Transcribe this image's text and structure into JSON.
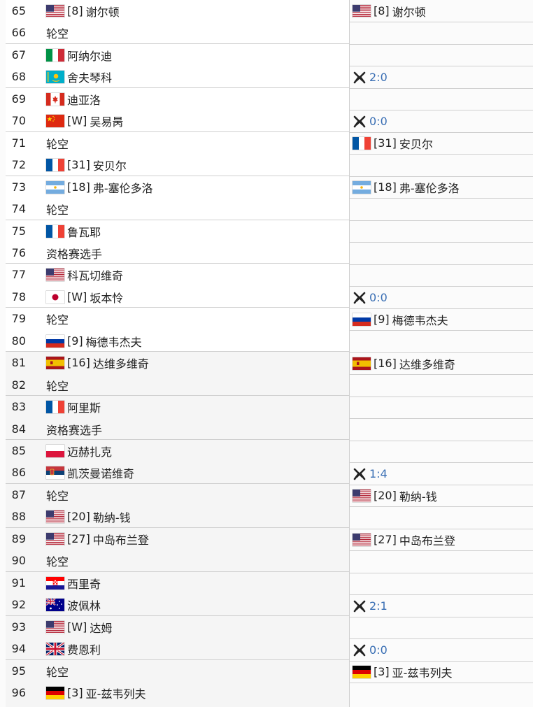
{
  "left": {
    "rows": [
      {
        "num": "65",
        "flag": "usa",
        "seed": "[8]",
        "name": "谢尔顿"
      },
      {
        "num": "66",
        "flag": "",
        "seed": "",
        "name": "轮空"
      },
      {
        "num": "67",
        "flag": "italy",
        "seed": "",
        "name": "阿纳尔迪"
      },
      {
        "num": "68",
        "flag": "kazakhstan",
        "seed": "",
        "name": "舍夫琴科"
      },
      {
        "num": "69",
        "flag": "canada",
        "seed": "",
        "name": "迪亚洛"
      },
      {
        "num": "70",
        "flag": "china",
        "seed": "[W]",
        "name": "吴易昺"
      },
      {
        "num": "71",
        "flag": "",
        "seed": "",
        "name": "轮空"
      },
      {
        "num": "72",
        "flag": "france",
        "seed": "[31]",
        "name": "安贝尔"
      },
      {
        "num": "73",
        "flag": "argentina",
        "seed": "[18]",
        "name": "弗-塞伦多洛"
      },
      {
        "num": "74",
        "flag": "",
        "seed": "",
        "name": "轮空"
      },
      {
        "num": "75",
        "flag": "france",
        "seed": "",
        "name": "鲁瓦耶"
      },
      {
        "num": "76",
        "flag": "",
        "seed": "",
        "name": "资格赛选手"
      },
      {
        "num": "77",
        "flag": "usa",
        "seed": "",
        "name": "科瓦切维奇"
      },
      {
        "num": "78",
        "flag": "japan",
        "seed": "[W]",
        "name": "坂本怜"
      },
      {
        "num": "79",
        "flag": "",
        "seed": "",
        "name": "轮空"
      },
      {
        "num": "80",
        "flag": "russia",
        "seed": "[9]",
        "name": "梅德韦杰夫"
      },
      {
        "num": "81",
        "flag": "spain",
        "seed": "[16]",
        "name": "达维多维奇"
      },
      {
        "num": "82",
        "flag": "",
        "seed": "",
        "name": "轮空"
      },
      {
        "num": "83",
        "flag": "france",
        "seed": "",
        "name": "阿里斯"
      },
      {
        "num": "84",
        "flag": "",
        "seed": "",
        "name": "资格赛选手"
      },
      {
        "num": "85",
        "flag": "poland",
        "seed": "",
        "name": "迈赫扎克"
      },
      {
        "num": "86",
        "flag": "serbia",
        "seed": "",
        "name": "凯茨曼诺维奇"
      },
      {
        "num": "87",
        "flag": "",
        "seed": "",
        "name": "轮空"
      },
      {
        "num": "88",
        "flag": "usa",
        "seed": "[20]",
        "name": "勒纳-钱"
      },
      {
        "num": "89",
        "flag": "usa",
        "seed": "[27]",
        "name": "中岛布兰登"
      },
      {
        "num": "90",
        "flag": "",
        "seed": "",
        "name": "轮空"
      },
      {
        "num": "91",
        "flag": "croatia",
        "seed": "",
        "name": "西里奇"
      },
      {
        "num": "92",
        "flag": "australia",
        "seed": "",
        "name": "波佩林"
      },
      {
        "num": "93",
        "flag": "usa",
        "seed": "[W]",
        "name": "达姆"
      },
      {
        "num": "94",
        "flag": "uk",
        "seed": "",
        "name": "费恩利"
      },
      {
        "num": "95",
        "flag": "",
        "seed": "",
        "name": "轮空"
      },
      {
        "num": "96",
        "flag": "germany",
        "seed": "[3]",
        "name": "亚-兹韦列夫"
      }
    ]
  },
  "right": {
    "rows": [
      {
        "type": "player",
        "flag": "usa",
        "seed": "[8]",
        "name": "谢尔顿"
      },
      {
        "type": "score",
        "score": "2:0"
      },
      {
        "type": "score",
        "score": "0:0"
      },
      {
        "type": "player",
        "flag": "france",
        "seed": "[31]",
        "name": "安贝尔"
      },
      {
        "type": "player",
        "flag": "argentina",
        "seed": "[18]",
        "name": "弗-塞伦多洛"
      },
      {
        "type": "empty"
      },
      {
        "type": "score",
        "score": "0:0"
      },
      {
        "type": "player",
        "flag": "russia",
        "seed": "[9]",
        "name": "梅德韦杰夫"
      },
      {
        "type": "player",
        "flag": "spain",
        "seed": "[16]",
        "name": "达维多维奇"
      },
      {
        "type": "empty"
      },
      {
        "type": "score",
        "score": "1:4"
      },
      {
        "type": "player",
        "flag": "usa",
        "seed": "[20]",
        "name": "勒纳-钱"
      },
      {
        "type": "player",
        "flag": "usa",
        "seed": "[27]",
        "name": "中岛布兰登"
      },
      {
        "type": "score",
        "score": "2:1"
      },
      {
        "type": "score",
        "score": "0:0"
      },
      {
        "type": "player",
        "flag": "germany",
        "seed": "[3]",
        "name": "亚-兹韦列夫"
      }
    ]
  },
  "colors": {
    "score": "#3a6fb4",
    "border": "#cfcfcf"
  }
}
